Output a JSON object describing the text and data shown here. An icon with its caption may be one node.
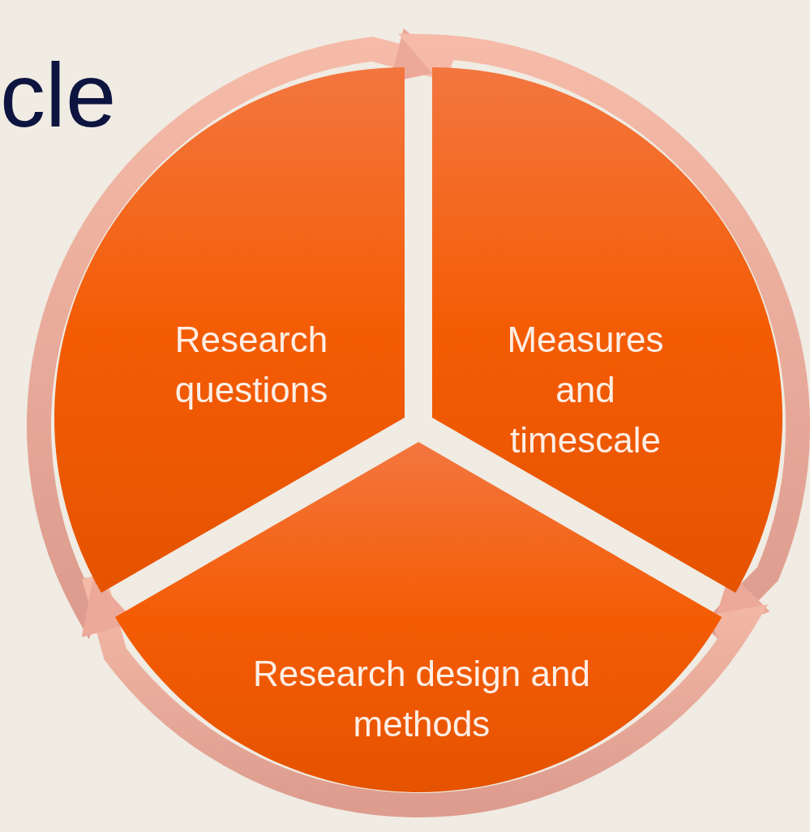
{
  "diagram": {
    "title": "cle",
    "nodes": [
      {
        "text": [
          "Research questions"
        ]
      },
      {
        "text": [
          "Measures and timescale"
        ]
      },
      {
        "text": [
          "Research design and methods"
        ]
      }
    ],
    "edges": [
      {
        "from": 0,
        "to": 1,
        "arrow": "to"
      },
      {
        "from": 1,
        "to": 2,
        "arrow": "to"
      },
      {
        "from": 2,
        "to": 0,
        "arrow": "to"
      }
    ]
  }
}
